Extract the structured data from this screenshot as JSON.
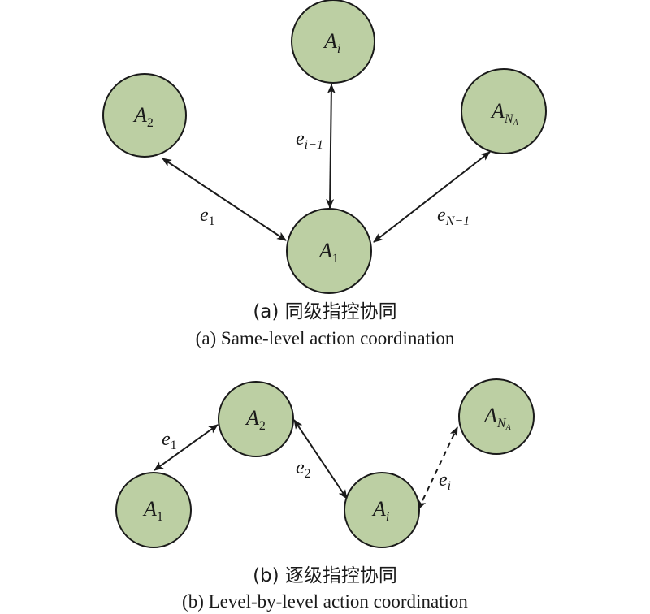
{
  "colors": {
    "node_fill": "#bccfa3",
    "node_stroke": "#1a1a1a",
    "edge": "#1a1a1a"
  },
  "diagram_a": {
    "caption_zh": "(a) 同级指控协同",
    "caption_en": "(a) Same-level action coordination",
    "nodes": [
      {
        "id": "A1",
        "base": "A",
        "sub": "1"
      },
      {
        "id": "A2",
        "base": "A",
        "sub": "2"
      },
      {
        "id": "Ai",
        "base": "A",
        "sub": "i"
      },
      {
        "id": "ANA",
        "base": "A",
        "sub": "N",
        "subsub": "A"
      }
    ],
    "edges": [
      {
        "from": "A2",
        "to": "A1",
        "label_base": "e",
        "label_sub": "1",
        "style": "solid",
        "direction": "bidirectional"
      },
      {
        "from": "Ai",
        "to": "A1",
        "label_base": "e",
        "label_sub": "i−1",
        "style": "solid",
        "direction": "bidirectional"
      },
      {
        "from": "ANA",
        "to": "A1",
        "label_base": "e",
        "label_sub": "N−1",
        "style": "solid",
        "direction": "bidirectional"
      }
    ]
  },
  "diagram_b": {
    "caption_zh": "(b) 逐级指控协同",
    "caption_en": "(b) Level-by-level action coordination",
    "nodes": [
      {
        "id": "A1",
        "base": "A",
        "sub": "1"
      },
      {
        "id": "A2",
        "base": "A",
        "sub": "2"
      },
      {
        "id": "Ai",
        "base": "A",
        "sub": "i"
      },
      {
        "id": "ANA",
        "base": "A",
        "sub": "N",
        "subsub": "A"
      }
    ],
    "edges": [
      {
        "from": "A1",
        "to": "A2",
        "label_base": "e",
        "label_sub": "1",
        "style": "solid",
        "direction": "bidirectional"
      },
      {
        "from": "A2",
        "to": "Ai",
        "label_base": "e",
        "label_sub": "2",
        "style": "solid",
        "direction": "bidirectional"
      },
      {
        "from": "Ai",
        "to": "ANA",
        "label_base": "e",
        "label_sub": "i",
        "style": "dashed",
        "direction": "bidirectional"
      }
    ]
  }
}
